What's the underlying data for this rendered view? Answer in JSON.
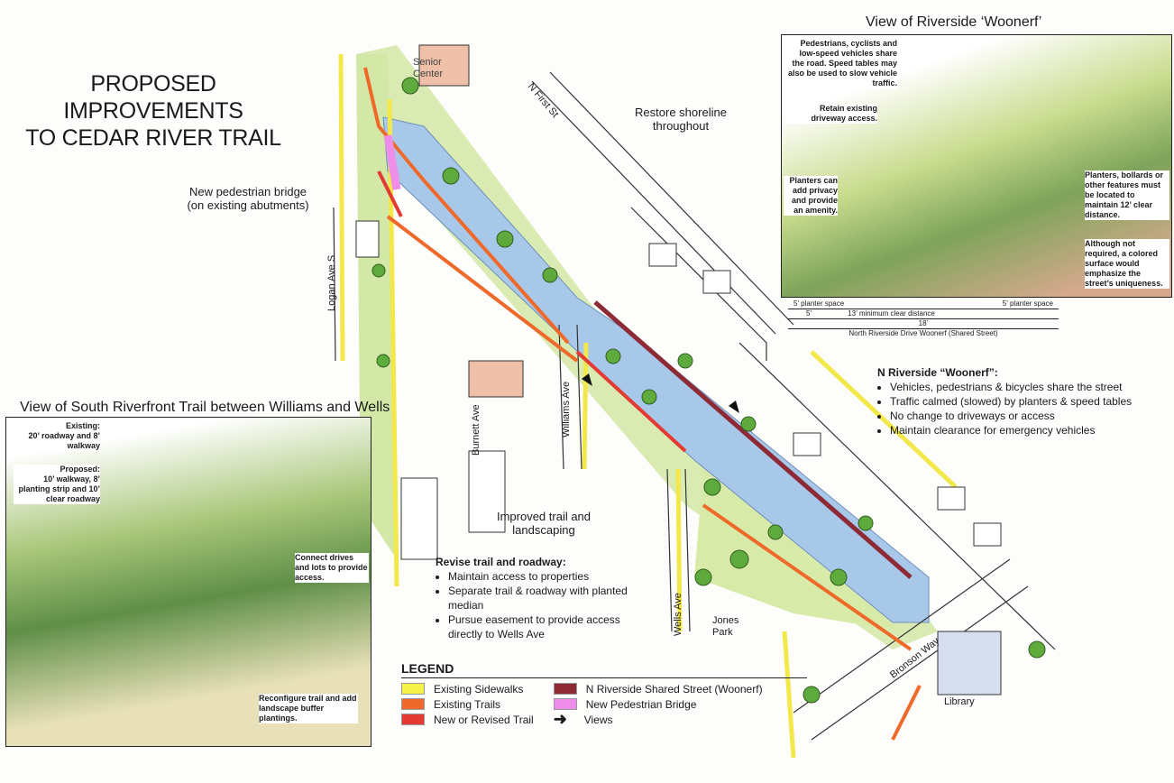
{
  "title": [
    "PROPOSED IMPROVEMENTS",
    "TO CEDAR RIVER TRAIL"
  ],
  "woonerf_view": {
    "title": "View of Riverside ‘Woonerf’",
    "notes": [
      "Pedestrians, cyclists and low-speed vehicles share the road. Speed tables may also be used to slow vehicle traffic.",
      "Retain existing driveway access.",
      "Planters can add privacy and provide an amenity.",
      "Planters, bollards or other features must be located to maintain 12’ clear distance.",
      "Although not required, a colored surface would emphasize the street’s uniqueness."
    ],
    "dimensions": {
      "left_planter": "5’",
      "left_planter_label": "planter space",
      "right_planter": "5’",
      "right_planter_label": "planter space",
      "offset": "5’",
      "clear": "13’ minimum clear distance",
      "total": "18’",
      "caption": "North Riverside Drive Woonerf (Shared Street)"
    }
  },
  "riverfront_view": {
    "title": "View of South Riverfront Trail between Williams and Wells",
    "existing_head": "Existing:",
    "existing": "20’ roadway and 8’ walkway",
    "proposed_head": "Proposed:",
    "proposed": "10’ walkway, 8’ planting strip and 10’ clear roadway",
    "connect": "Connect drives and lots to provide access.",
    "reconfigure": "Reconfigure trail and add landscape buffer plantings."
  },
  "map": {
    "labels": {
      "senior_center": "Senior Center",
      "n_first_st": "N First St",
      "restore": "Restore shoreline throughout",
      "bridge": "New pedestrian bridge (on existing abutments)",
      "logan": "Logan Ave S",
      "burnett": "Burnett Ave",
      "williams": "Williams Ave",
      "wells": "Wells Ave",
      "improved": "Improved trail and landscaping",
      "jones": "Jones Park",
      "bronson": "Bronson Way",
      "library": "Library"
    },
    "woonerf_callout": {
      "title": "N Riverside “Woonerf”:",
      "items": [
        "Vehicles, pedestrians & bicycles share the street",
        "Traffic calmed (slowed) by planters & speed tables",
        "No change to driveways or access",
        "Maintain clearance for emergency vehicles"
      ]
    },
    "revise_callout": {
      "title": "Revise trail and roadway:",
      "items": [
        "Maintain access to properties",
        "Separate trail & roadway with planted median",
        "Pursue easement to provide access directly to Wells Ave"
      ]
    }
  },
  "legend": {
    "title": "LEGEND",
    "items": [
      {
        "label": "Existing Sidewalks",
        "color": "#f7f24a"
      },
      {
        "label": "Existing Trails",
        "color": "#ef6a2a"
      },
      {
        "label": "New or Revised Trail",
        "color": "#e43a34"
      },
      {
        "label": "N Riverside Shared Street (Woonerf)",
        "color": "#8e2a36"
      },
      {
        "label": "New Pedestrian Bridge",
        "color": "#ee8ee8"
      },
      {
        "label": "Views",
        "color": "#111111"
      }
    ]
  }
}
